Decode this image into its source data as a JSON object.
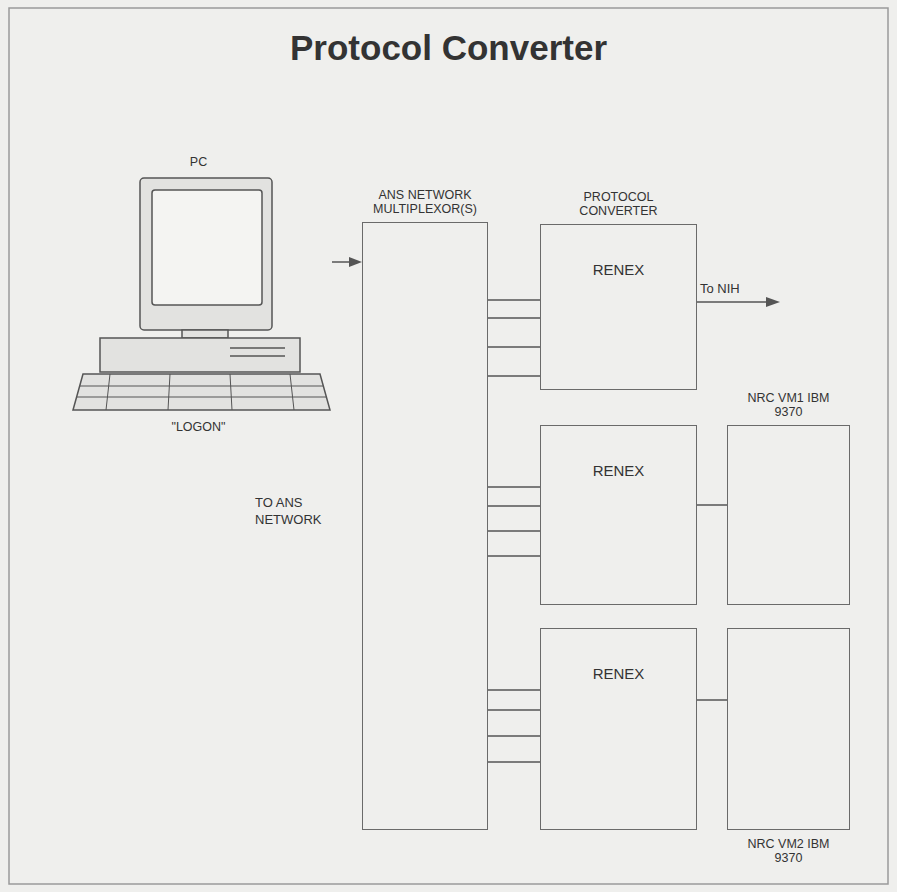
{
  "diagram": {
    "title": "Protocol Converter",
    "nodes": [
      {
        "text": [
          "PC",
          "\"LOGON\""
        ]
      },
      {
        "text": [
          "ANS NETWORK MULTIPLEXOR(S)"
        ]
      },
      {
        "text": [
          "PROTOCOL CONVERTER",
          "RENEX"
        ]
      },
      {
        "text": [
          "RENEX"
        ]
      },
      {
        "text": [
          "NRC VM1 IBM 9370"
        ]
      },
      {
        "text": [
          "RENEX"
        ]
      },
      {
        "text": [
          "NRC VM2 IBM 9370"
        ]
      }
    ],
    "edges": [
      {
        "from": 0,
        "to": 1,
        "arrow": "to"
      },
      {
        "from": 1,
        "to": 2,
        "arrow": "none"
      },
      {
        "from": 1,
        "to": 2,
        "arrow": "none"
      },
      {
        "from": 1,
        "to": 2,
        "arrow": "none"
      },
      {
        "from": 1,
        "to": 2,
        "arrow": "none"
      },
      {
        "from": 1,
        "to": 3,
        "arrow": "none"
      },
      {
        "from": 1,
        "to": 3,
        "arrow": "none"
      },
      {
        "from": 1,
        "to": 3,
        "arrow": "none"
      },
      {
        "from": 1,
        "to": 3,
        "arrow": "none"
      },
      {
        "from": 1,
        "to": 5,
        "arrow": "none"
      },
      {
        "from": 1,
        "to": 5,
        "arrow": "none"
      },
      {
        "from": 1,
        "to": 5,
        "arrow": "none"
      },
      {
        "from": 1,
        "to": 5,
        "arrow": "none"
      },
      {
        "from": 3,
        "to": 4,
        "arrow": "none"
      },
      {
        "from": 5,
        "to": 6,
        "arrow": "none"
      }
    ],
    "labels": [
      "TO ANS NETWORK",
      "To NIH"
    ]
  }
}
